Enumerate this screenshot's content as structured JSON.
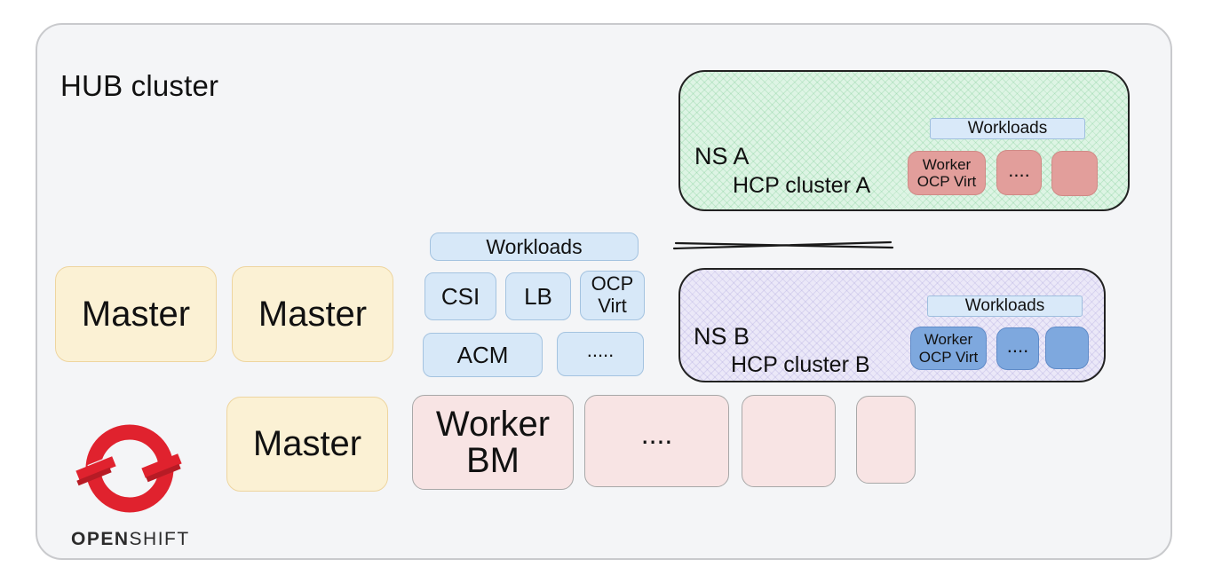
{
  "hub": {
    "title": "HUB cluster",
    "masters": [
      "Master",
      "Master",
      "Master"
    ],
    "workloads_label": "Workloads",
    "services": {
      "csi": "CSI",
      "lb": "LB",
      "ocp_virt_line1": "OCP",
      "ocp_virt_line2": "Virt",
      "acm": "ACM",
      "more": "....."
    },
    "workers": {
      "worker_bm_line1": "Worker",
      "worker_bm_line2": "BM",
      "more": "...."
    }
  },
  "ns_a": {
    "namespace": "NS A",
    "cluster": "HCP cluster A",
    "workloads_label": "Workloads",
    "worker_line1": "Worker",
    "worker_line2": "OCP Virt",
    "more": "...."
  },
  "ns_b": {
    "namespace": "NS B",
    "cluster": "HCP cluster B",
    "workloads_label": "Workloads",
    "worker_line1": "Worker",
    "worker_line2": "OCP Virt",
    "more": "...."
  },
  "logo": {
    "brand_part1": "OPEN",
    "brand_part2": "SHIFT",
    "icon": "openshift-icon"
  },
  "colors": {
    "master_fill": "#fbf1d4",
    "service_fill": "#d7e8f8",
    "worker_fill": "#f8e4e4",
    "ns_a_fill": "#ddf4e4",
    "ns_b_fill": "#ebe8f8",
    "ns_a_worker_fill": "#e29e9b",
    "ns_b_worker_fill": "#7ea8de",
    "logo_red": "#e0222e"
  }
}
